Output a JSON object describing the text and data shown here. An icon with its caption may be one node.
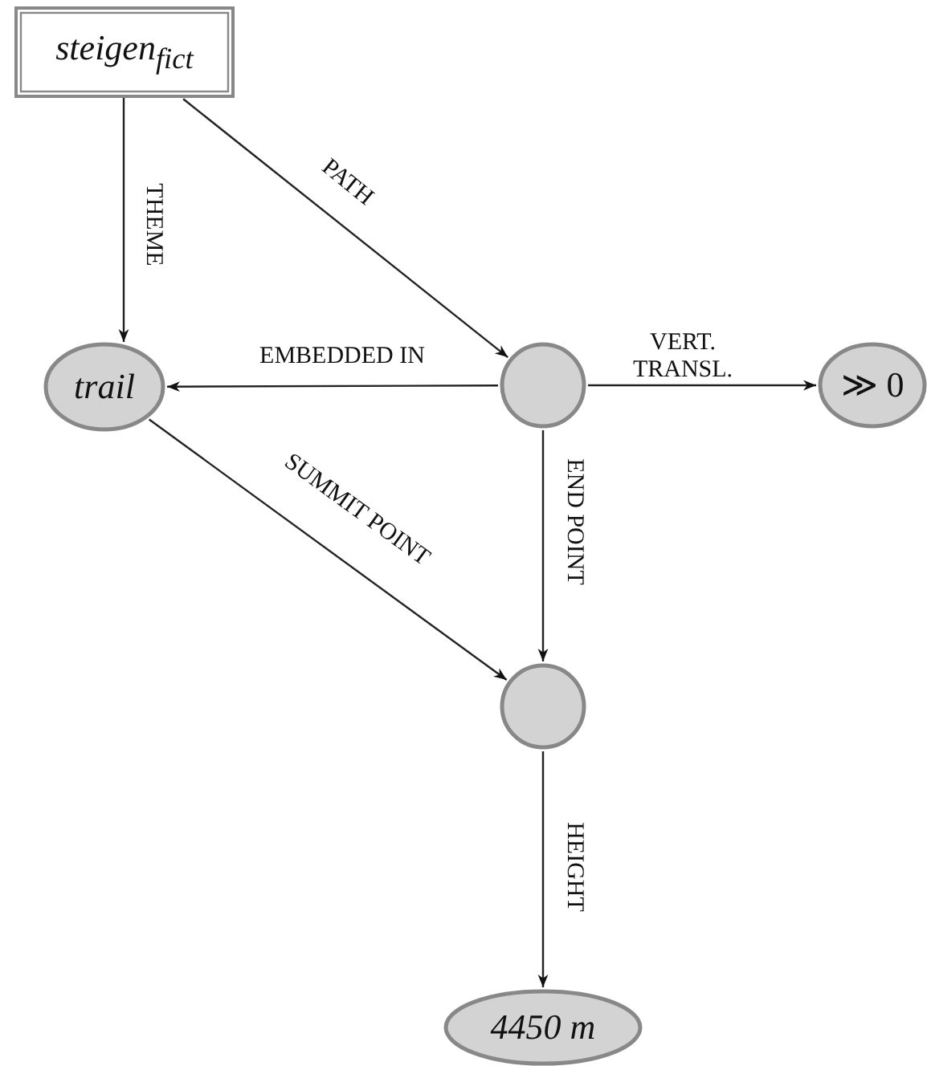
{
  "diagram": {
    "nodes": [
      {
        "text": [
          "steigen$_{fict}$"
        ]
      },
      {
        "text": [
          "trail"
        ]
      },
      {
        "text": [],
        "shape": "circle"
      },
      {
        "text": [
          "≫ 0"
        ]
      },
      {
        "text": [],
        "shape": "circle"
      },
      {
        "text": [
          "4450 m"
        ]
      }
    ],
    "edges": [
      {
        "from": 0,
        "to": 1,
        "arrow": "to",
        "label": "THEME"
      },
      {
        "from": 0,
        "to": 2,
        "arrow": "to",
        "label": "PATH"
      },
      {
        "from": 2,
        "to": 1,
        "arrow": "to",
        "label": "EMBEDDED IN"
      },
      {
        "from": 2,
        "to": 3,
        "arrow": "to",
        "label": "VERT. TRANSL."
      },
      {
        "from": 2,
        "to": 4,
        "arrow": "to",
        "label": "END POINT"
      },
      {
        "from": 1,
        "to": 4,
        "arrow": "to",
        "label": "SUMMIT POINT"
      },
      {
        "from": 4,
        "to": 5,
        "arrow": "to",
        "label": "HEIGHT"
      }
    ]
  }
}
